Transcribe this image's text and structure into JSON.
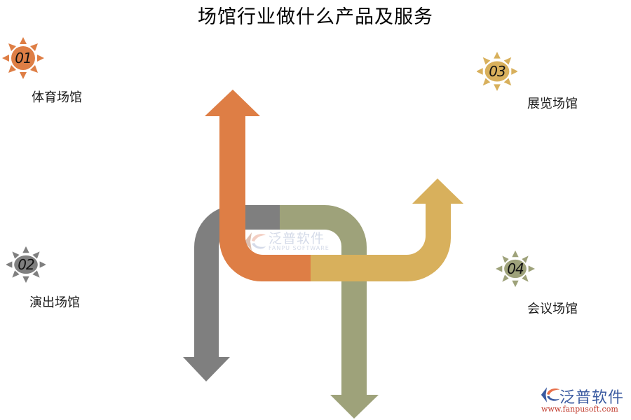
{
  "title": "场馆行业做什么产品及服务",
  "items": [
    {
      "number": "01",
      "label": "体育场馆",
      "color": "#DE7E45"
    },
    {
      "number": "02",
      "label": "演出场馆",
      "color": "#7F7F7F"
    },
    {
      "number": "03",
      "label": "展览场馆",
      "color": "#D8B05C"
    },
    {
      "number": "04",
      "label": "会议场馆",
      "color": "#9EA27A"
    }
  ],
  "arrows": {
    "orange": "#DE7E45",
    "gray": "#7F7F7F",
    "olive": "#9EA27A",
    "yellow": "#D8B05C"
  },
  "watermark": {
    "center_cn": "泛普软件",
    "center_en": "FANPU SOFTWARE",
    "corner_cn": "泛普软件",
    "corner_url": "www.fanpusoft.com"
  }
}
